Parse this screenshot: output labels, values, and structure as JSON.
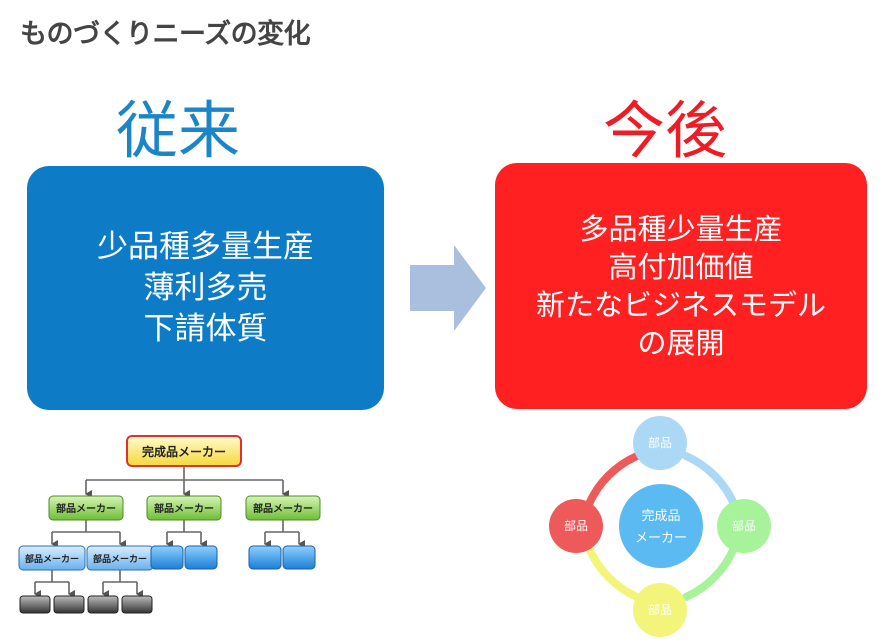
{
  "title": "ものづくりニーズの変化",
  "before": {
    "heading": "従来",
    "lines": [
      "少品種多量生産",
      "薄利多売",
      "下請体質"
    ],
    "color": "#0d7bc6"
  },
  "after": {
    "heading": "今後",
    "lines": [
      "多品種少量生産",
      "高付加価値",
      "新たなビジネスモデル",
      "の展開"
    ],
    "color": "#ff2121"
  },
  "hierarchy": {
    "root": "完成品メーカー",
    "parts": [
      "部品メーカー",
      "部品メーカー",
      "部品メーカー"
    ],
    "subparts": [
      "部品メーカー",
      "部品メーカー"
    ]
  },
  "network": {
    "center_lines": [
      "完成品",
      "メーカー"
    ],
    "nodes": [
      "部品",
      "部品",
      "部品",
      "部品"
    ],
    "node_colors": [
      "#aad8f5",
      "#a6f39a",
      "#f2f57a",
      "#ee5a5a"
    ]
  }
}
